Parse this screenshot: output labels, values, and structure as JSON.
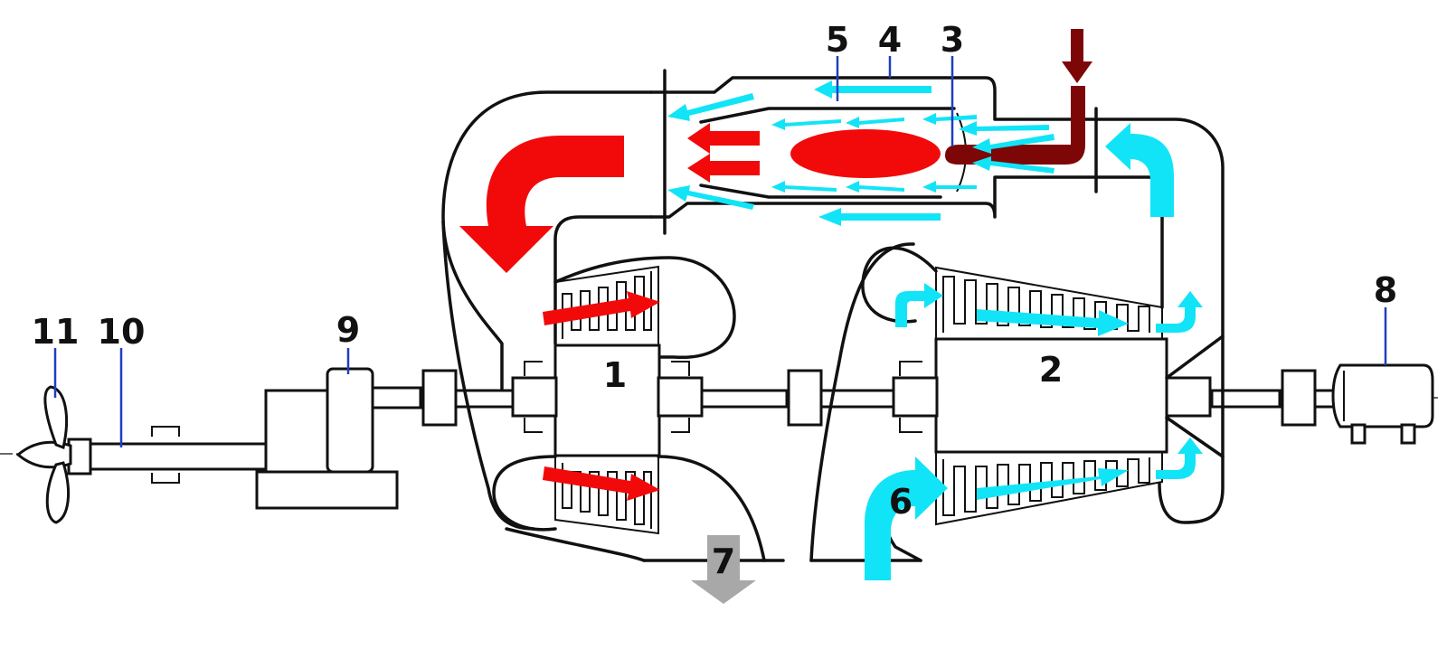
{
  "diagram": {
    "labels": {
      "turbine": "1",
      "compressor": "2",
      "fuel_nozzle": "3",
      "combustor_casing": "4",
      "flame_tube": "5",
      "air_inlet": "6",
      "exhaust": "7",
      "starter": "8",
      "gearbox": "9",
      "shaft": "10",
      "propeller": "11"
    },
    "colors": {
      "hot_gas": "#f20a0a",
      "cold_air": "#12e4f7",
      "fuel": "#7d0606",
      "exhaust": "#a8a8a8",
      "leader": "#1f3fbf"
    }
  }
}
